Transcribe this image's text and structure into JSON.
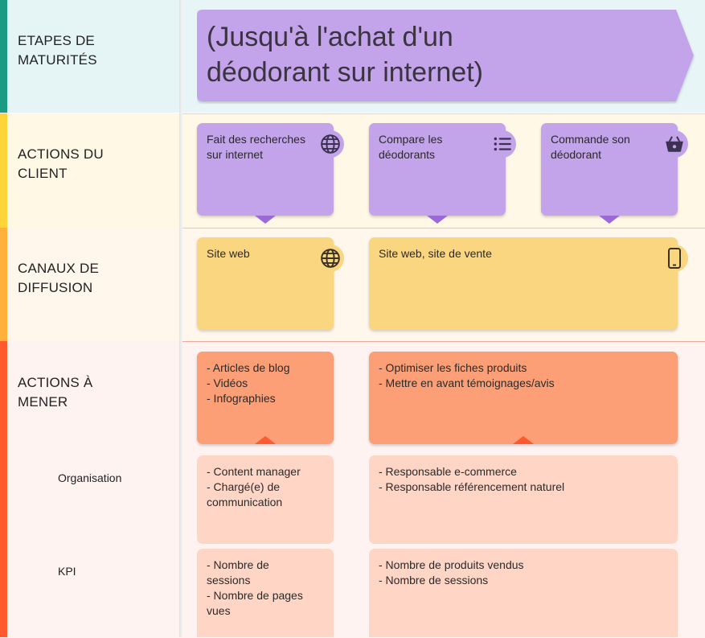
{
  "rows": {
    "maturity": "ETAPES DE\nMATURITÉS",
    "client_actions": "ACTIONS DU\nCLIENT",
    "channels": "CANAUX DE\nDIFFUSION",
    "actions_to_take": "ACTIONS À\nMENER",
    "organisation": "Organisation",
    "kpi": "KPI"
  },
  "maturity_banner": "(Jusqu'à l'achat d'un\ndéodorant sur internet)",
  "client_actions": [
    {
      "text": "Fait des recherches\nsur internet",
      "icon": "globe-icon"
    },
    {
      "text": "Compare les\ndéodorants",
      "icon": "list-icon"
    },
    {
      "text": "Commande son\ndéodorant",
      "icon": "basket-icon"
    }
  ],
  "channels": [
    {
      "text": "Site web",
      "icon": "globe-icon"
    },
    {
      "text": "Site web, site de vente",
      "icon": "smartphone-icon"
    }
  ],
  "actions": [
    {
      "text": "- Articles de blog\n- Vidéos\n- Infographies"
    },
    {
      "text": "- Optimiser les fiches produits\n- Mettre en avant témoignages/avis"
    }
  ],
  "organisation": [
    {
      "text": "- Content manager\n- Chargé(e) de\ncommunication"
    },
    {
      "text": "- Responsable e-commerce\n- Responsable référencement naturel"
    }
  ],
  "kpi": [
    {
      "text": "- Nombre de sessions\n- Nombre de pages\nvues"
    },
    {
      "text": "- Nombre de produits vendus\n- Nombre de sessions"
    }
  ],
  "colors": {
    "maturity_bar": "#1a9b83",
    "actions_bar": "#ffd43b",
    "channels_bar": "#ffb13b",
    "todo_bar": "#ff5a2e",
    "purple_card": "#c3a3ea",
    "yellow_card": "#fbd680",
    "orange_card": "#fc9f77",
    "peach_card": "#ffd6c6"
  }
}
